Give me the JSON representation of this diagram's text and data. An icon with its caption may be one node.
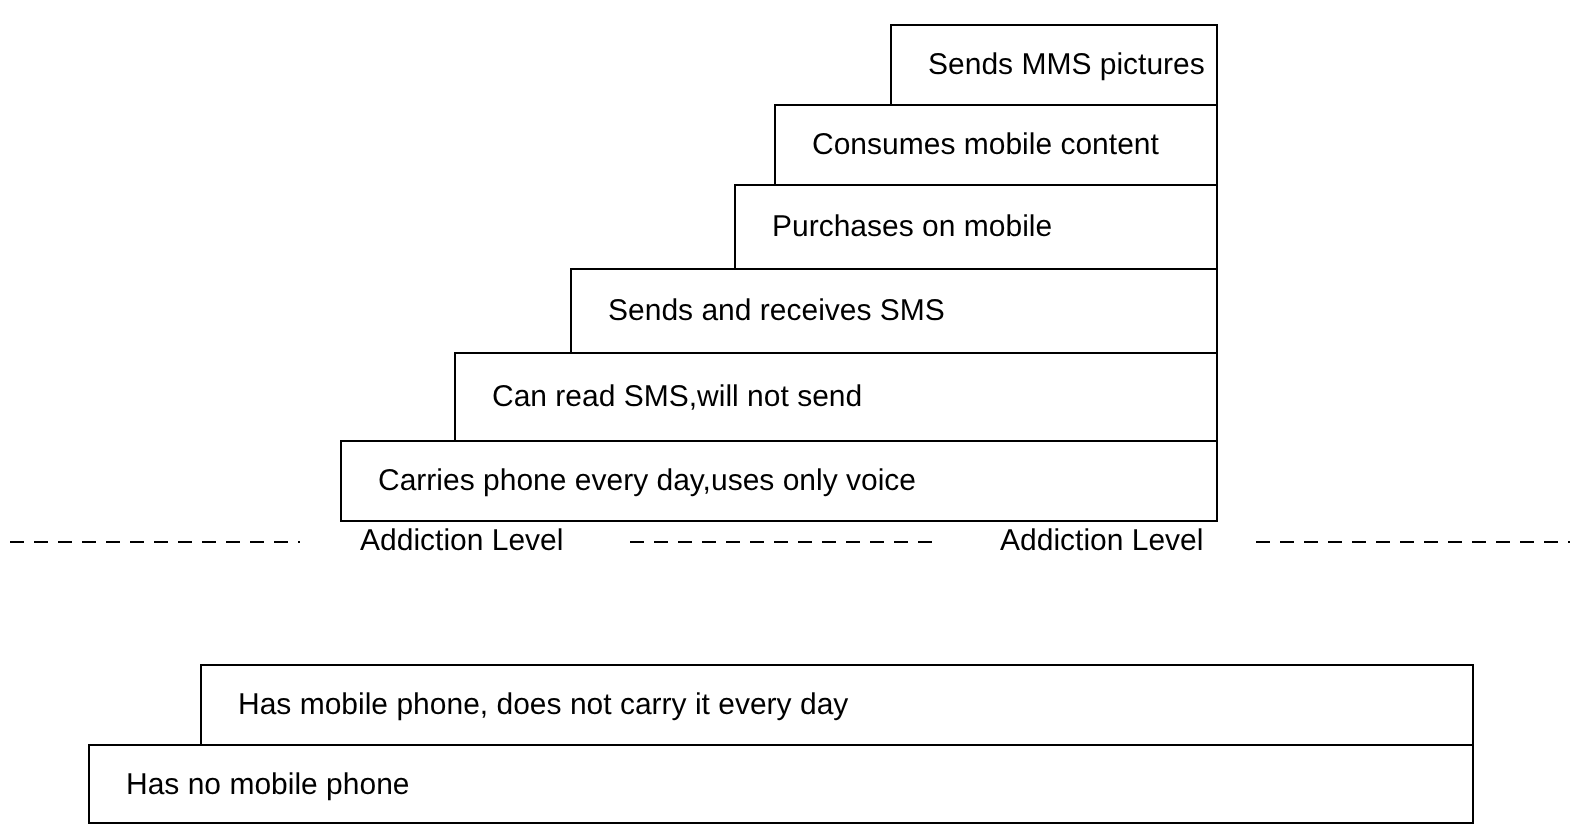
{
  "diagram": {
    "nodes": [
      {
        "text": [
          "Sends MMS pictures"
        ]
      },
      {
        "text": [
          "Consumes mobile content"
        ]
      },
      {
        "text": [
          "Purchases on mobile"
        ]
      },
      {
        "text": [
          "Sends and receives SMS"
        ]
      },
      {
        "text": [
          "Can read SMS,will not send"
        ]
      },
      {
        "text": [
          "Carries phone every day,uses only voice"
        ]
      },
      {
        "text": [
          "Has mobile phone, does not carry it every day"
        ]
      },
      {
        "text": [
          "Has no mobile phone"
        ]
      }
    ],
    "edges": [],
    "labels": [
      "Addiction Level",
      "Addiction Level"
    ]
  }
}
